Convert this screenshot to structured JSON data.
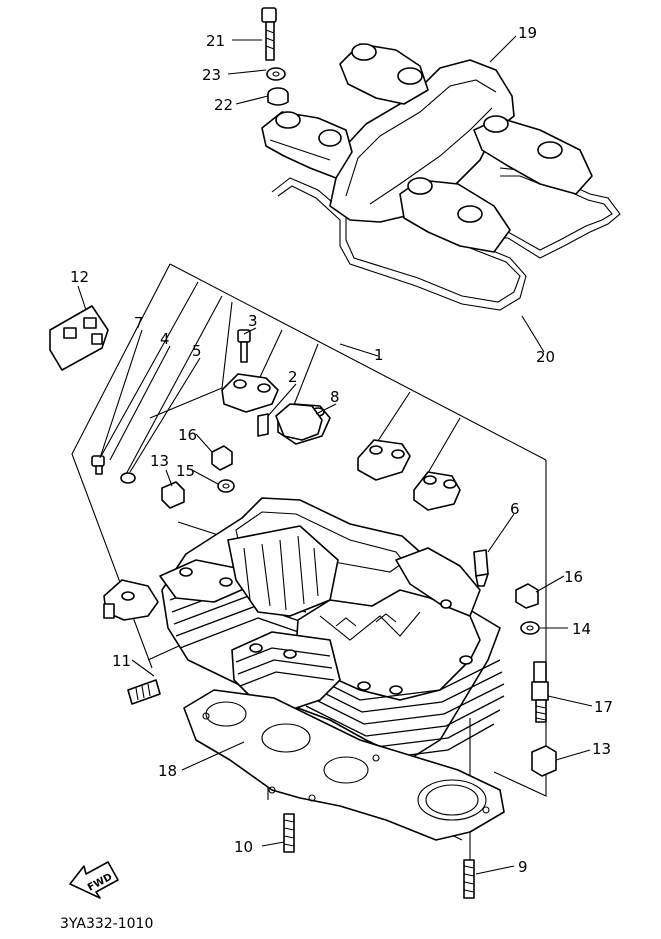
{
  "diagram": {
    "code": "3YA332-1010",
    "fwd_label": "FWD",
    "callouts": {
      "c1": "1",
      "c2": "2",
      "c3": "3",
      "c4": "4",
      "c5": "5",
      "c6": "6",
      "c7": "7",
      "c8": "8",
      "c9": "9",
      "c10": "10",
      "c11": "11",
      "c12": "12",
      "c13a": "13",
      "c13b": "13",
      "c14": "14",
      "c15": "15",
      "c16a": "16",
      "c16b": "16",
      "c17": "17",
      "c18": "18",
      "c19": "19",
      "c20": "20",
      "c21": "21",
      "c22": "22",
      "c23": "23"
    }
  }
}
